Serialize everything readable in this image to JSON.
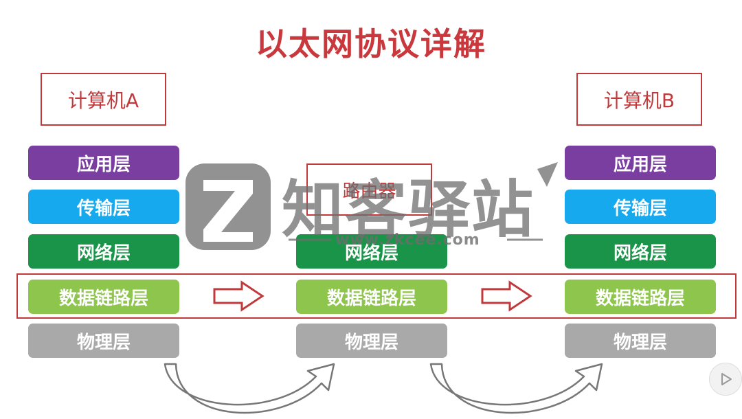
{
  "title": "以太网协议详解",
  "nodes": {
    "computer_a": "计算机A",
    "router": "路由器",
    "computer_b": "计算机B"
  },
  "layers": {
    "application": "应用层",
    "transport": "传输层",
    "network": "网络层",
    "datalink": "数据链路层",
    "physical": "物理层"
  },
  "watermark": {
    "text": "知客驿站",
    "url": "www.zkcee.com"
  },
  "colors": {
    "title": "#c8383d",
    "application": "#7a3ea1",
    "transport": "#17a9ee",
    "network": "#1a9448",
    "datalink": "#8ec54d",
    "physical": "#a9a9a9",
    "highlight": "#c0393b"
  },
  "icons": {
    "play": "play-icon",
    "arrow": "right-arrow-icon",
    "curved_arrow": "curved-arrow-icon"
  }
}
